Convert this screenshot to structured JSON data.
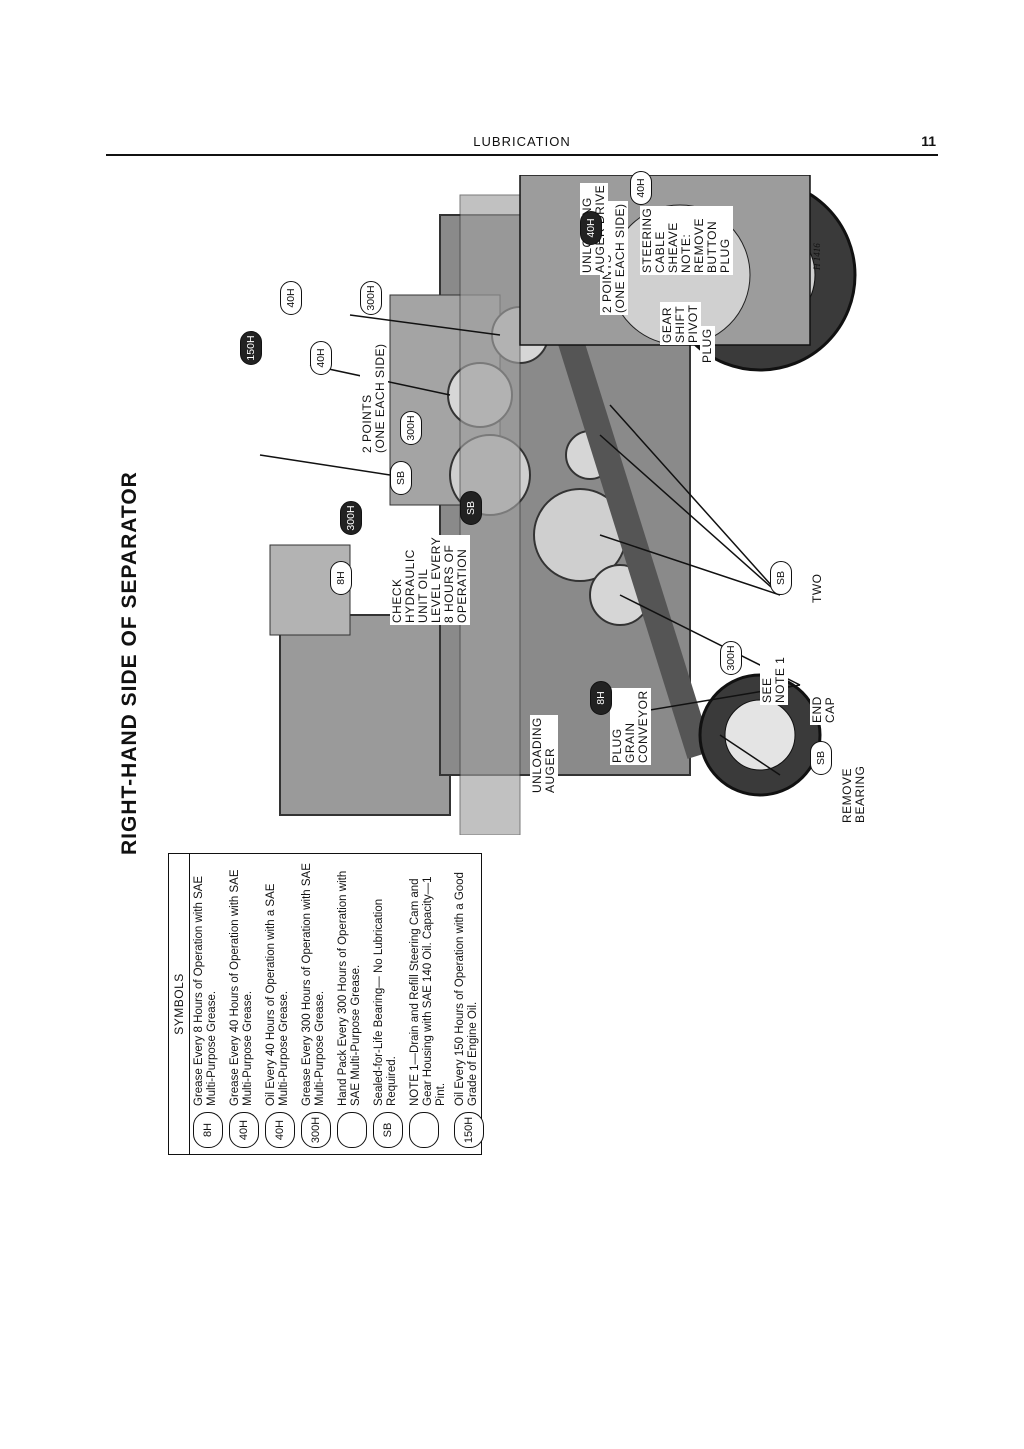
{
  "header": {
    "running_title": "LUBRICATION",
    "page_number": "11"
  },
  "page_title": "RIGHT-HAND SIDE OF SEPARATOR",
  "symbols": {
    "title": "SYMBOLS",
    "items": [
      {
        "badge": "8H",
        "text": "Grease Every 8 Hours of Operation with SAE Multi-Purpose Grease."
      },
      {
        "badge": "40H",
        "text": "Grease Every 40 Hours of Operation with SAE Multi-Purpose Grease."
      },
      {
        "badge": "40H",
        "text": "Oil Every 40 Hours of Operation with a SAE Multi-Purpose Grease."
      },
      {
        "badge": "300H",
        "text": "Grease Every 300 Hours of Operation with SAE Multi-Purpose Grease."
      },
      {
        "badge": "",
        "text": "Hand Pack Every 300 Hours of Operation with SAE Multi-Purpose Grease."
      },
      {
        "badge": "SB",
        "text": "Sealed-for-Life Bearing— No Lubrication Required."
      },
      {
        "badge": "",
        "text": "NOTE 1—Drain and Refill Steering Cam and Gear Housing with SAE 140 Oil. Capacity—1 Pint."
      },
      {
        "badge": "150H",
        "text": "Oil Every 150 Hours of Operation with a Good Grade of Engine Oil."
      }
    ]
  },
  "callouts": {
    "check_hydraulic": "CHECK\nHYDRAULIC\nUNIT OIL\nLEVEL EVERY\n8 HOURS OF\nOPERATION",
    "two_points_top": "2 POINTS\n(ONE EACH SIDE)",
    "two_points_mid": "2 POINTS\n(ONE EACH SIDE)",
    "steering": "STEERING\nCABLE\nSHEAVE\nNOTE:\nREMOVE\nBUTTON\nPLUG",
    "unloading_auger_drive": "UNLOADING\nAUGER DRIVE",
    "gear_shift": "GEAR\nSHIFT\nPIVOT",
    "plug": "PLUG",
    "two": "TWO",
    "see_note": "SEE\nNOTE 1",
    "end_cap": "END\nCAP",
    "plug_grain": "PLUG\nGRAIN\nCONVEYOR",
    "unloading_auger": "UNLOADING\nAUGER",
    "remove_bearing": "REMOVE\nBEARING",
    "photo_code": "H 1416"
  },
  "badges": [
    "300H",
    "SB",
    "300H",
    "150H",
    "40H",
    "40H",
    "40H",
    "300H",
    "8H",
    "SB",
    "SB",
    "300H",
    "8H",
    "SB",
    "40H"
  ],
  "colors": {
    "ink": "#111111",
    "photo_grey": "#8a8a8a",
    "photo_dark": "#3a3a3a"
  }
}
